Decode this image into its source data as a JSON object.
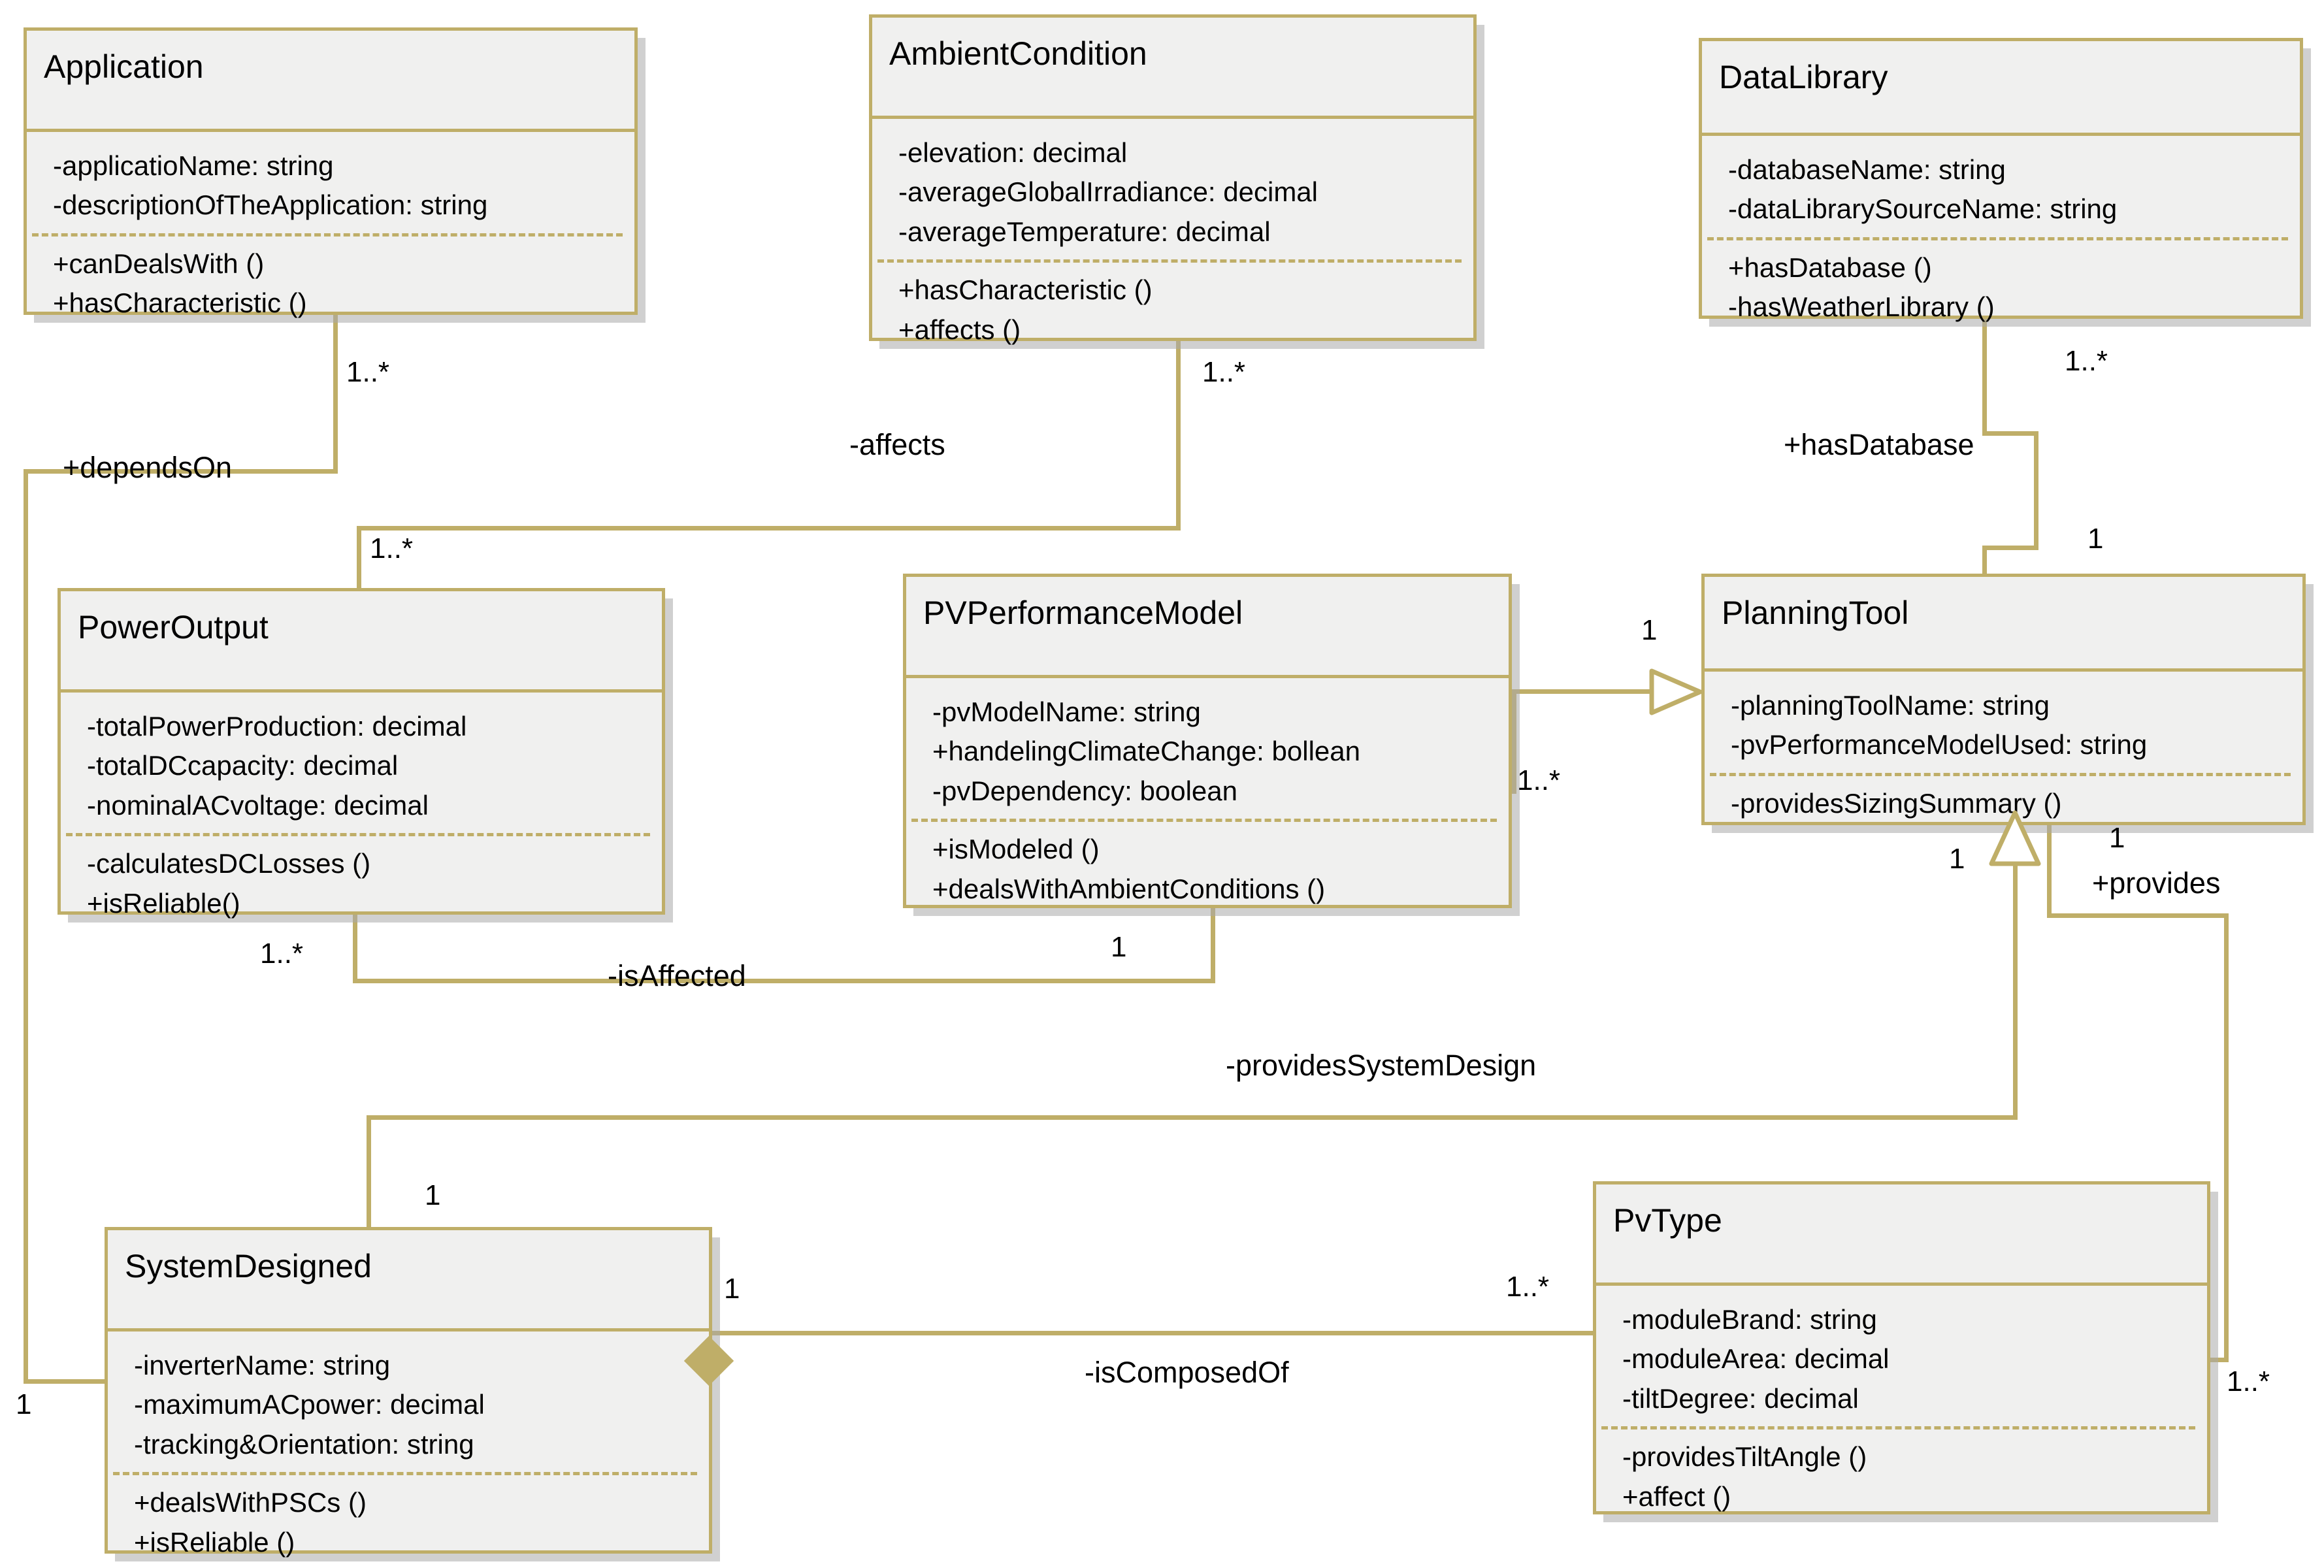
{
  "diagram": {
    "kind": "uml-class-diagram",
    "colors": {
      "border": "#bfae68",
      "fill": "#f0f0ef",
      "text": "#000000",
      "background": "#ffffff",
      "shadow": "#aaaaaa"
    }
  },
  "classes": {
    "application": {
      "name": "Application",
      "attributes": [
        "-applicatioName: string",
        "-descriptionOfTheApplication: string"
      ],
      "operations": [
        "+canDealsWith ()",
        "+hasCharacteristic ()"
      ]
    },
    "ambient_condition": {
      "name": "AmbientCondition",
      "attributes": [
        "-elevation: decimal",
        "-averageGlobalIrradiance: decimal",
        "-averageTemperature: decimal"
      ],
      "operations": [
        "+hasCharacteristic ()",
        "+affects ()"
      ]
    },
    "data_library": {
      "name": "DataLibrary",
      "attributes": [
        "-databaseName: string",
        "-dataLibrarySourceName: string"
      ],
      "operations": [
        "+hasDatabase ()",
        "-hasWeatherLibrary ()"
      ]
    },
    "power_output": {
      "name": "PowerOutput",
      "attributes": [
        "-totalPowerProduction: decimal",
        "-totalDCcapacity: decimal",
        "-nominalACvoltage: decimal"
      ],
      "operations": [
        "-calculatesDCLosses ()",
        "+isReliable()"
      ]
    },
    "pv_performance_model": {
      "name": "PVPerformanceModel",
      "attributes": [
        "-pvModelName: string",
        "+handelingClimateChange: bollean",
        " -pvDependency: boolean"
      ],
      "operations": [
        "+isModeled ()",
        "+dealsWithAmbientConditions ()"
      ]
    },
    "planning_tool": {
      "name": "PlanningTool",
      "attributes": [
        "-planningToolName: string",
        "-pvPerformanceModelUsed: string"
      ],
      "operations": [
        "-providesSizingSummary ()"
      ]
    },
    "system_designed": {
      "name": "SystemDesigned",
      "attributes": [
        "-inverterName: string",
        "-maximumACpower: decimal",
        "-tracking&Orientation: string"
      ],
      "operations": [
        "+dealsWithPSCs ()",
        "+isReliable ()"
      ]
    },
    "pv_type": {
      "name": "PvType",
      "attributes": [
        "-moduleBrand: string",
        "-moduleArea: decimal",
        "-tiltDegree: decimal"
      ],
      "operations": [
        "-providesTiltAngle ()",
        "+affect ()"
      ]
    }
  },
  "relationships": {
    "depends_on": {
      "label": "+dependsOn",
      "source_mult": "1..*",
      "target_mult": "1"
    },
    "affects": {
      "label": "-affects",
      "source_mult": "1..*",
      "target_mult": "1..*"
    },
    "has_database": {
      "label": "+hasDatabase",
      "source_mult": "1..*",
      "target_mult": "1"
    },
    "is_affected": {
      "label": "-isAffected",
      "source_mult": "1..*",
      "target_mult": "1"
    },
    "generalization": {
      "label": "",
      "source_mult": "1..*",
      "target_mult": "1"
    },
    "provides_system_design": {
      "label": "-providesSystemDesign",
      "source_mult": "1",
      "target_mult": "1"
    },
    "provides": {
      "label": "+provides",
      "source_mult": "1",
      "target_mult": "1..*"
    },
    "is_composed_of": {
      "label": "-isComposedOf",
      "source_mult": "1",
      "target_mult": "1..*"
    }
  }
}
